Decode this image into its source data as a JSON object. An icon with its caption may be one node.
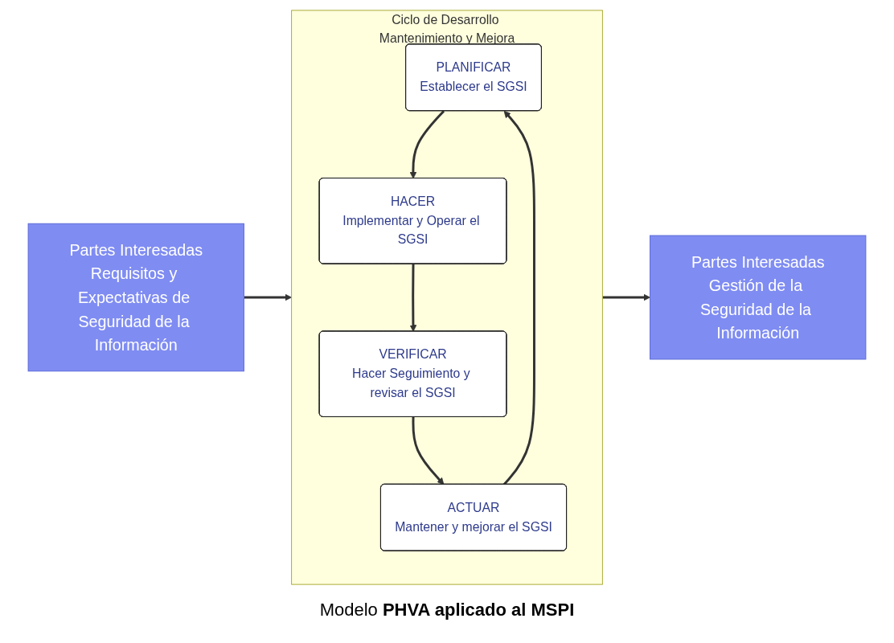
{
  "diagram": {
    "caption": "Modelo **PHVA aplicado al MSPI**",
    "nodes": [
      {
        "text": [
          "Partes Interesadas",
          "Requisitos y Expectativas de Seguridad de la Información"
        ]
      },
      {
        "text": [
          "Ciclo de Desarrollo Mantenimiento y Mejora"
        ]
      },
      {
        "text": [
          "PLANIFICAR",
          "Establecer el SGSI"
        ],
        "in": 1
      },
      {
        "text": [
          "HACER",
          "Implementar y Operar el SGSI"
        ],
        "in": 1
      },
      {
        "text": [
          "ACTUAR",
          "Mantener y mejorar el SGSI"
        ],
        "in": 1
      },
      {
        "text": [
          "VERIFICAR",
          "Hacer Seguimiento y revisar el SGSI"
        ],
        "in": 1
      },
      {
        "text": [
          "Partes Interesadas",
          "Gestión de la Seguridad de la Información"
        ]
      }
    ],
    "edges": [
      {
        "from": 0,
        "to": 1,
        "arrow": "to"
      },
      {
        "from": 2,
        "to": 3,
        "arrow": "to"
      },
      {
        "from": 3,
        "to": 5,
        "arrow": "to"
      },
      {
        "from": 5,
        "to": 4,
        "arrow": "to"
      },
      {
        "from": 4,
        "to": 2,
        "arrow": "to"
      },
      {
        "from": 1,
        "to": 6,
        "arrow": "to"
      }
    ]
  }
}
